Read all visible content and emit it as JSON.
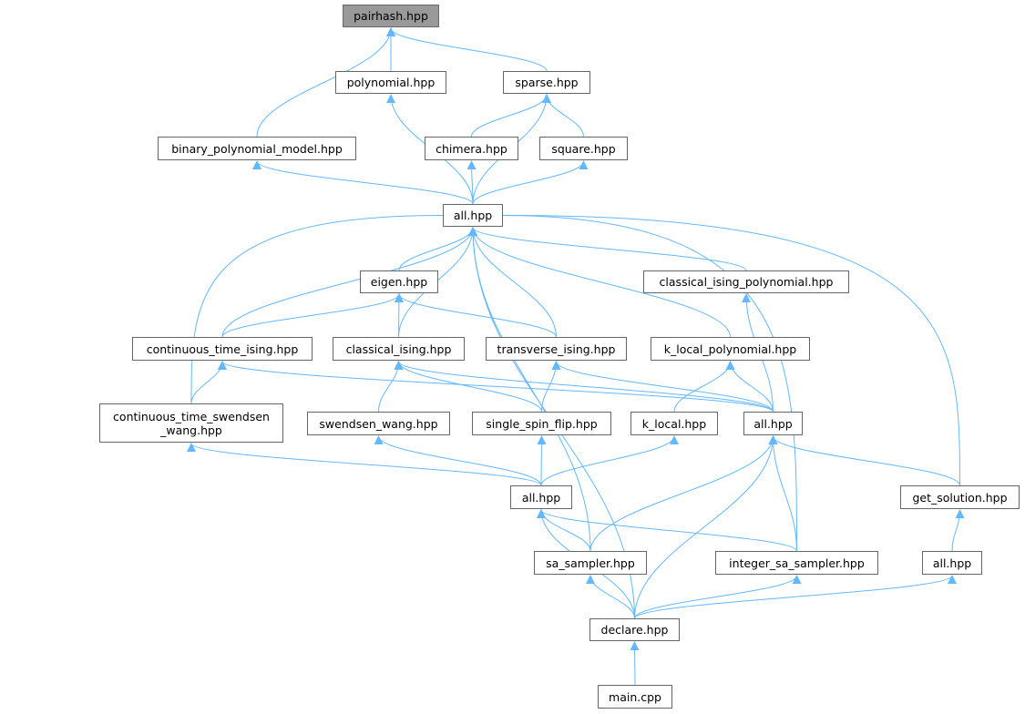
{
  "colors": {
    "edge": "#63b8ff",
    "root_fill": "#999999",
    "node_border": "#666666"
  },
  "nodes": [
    {
      "id": "pairhash",
      "label": "pairhash.hpp",
      "root": true
    },
    {
      "id": "polynomial",
      "label": "polynomial.hpp"
    },
    {
      "id": "sparse",
      "label": "sparse.hpp"
    },
    {
      "id": "bpm",
      "label": "binary_polynomial_model.hpp"
    },
    {
      "id": "chimera",
      "label": "chimera.hpp"
    },
    {
      "id": "square",
      "label": "square.hpp"
    },
    {
      "id": "all1",
      "label": "all.hpp"
    },
    {
      "id": "eigen",
      "label": "eigen.hpp"
    },
    {
      "id": "cip",
      "label": "classical_ising_polynomial.hpp"
    },
    {
      "id": "cti",
      "label": "continuous_time_ising.hpp"
    },
    {
      "id": "ci",
      "label": "classical_ising.hpp"
    },
    {
      "id": "ti",
      "label": "transverse_ising.hpp"
    },
    {
      "id": "klp",
      "label": "k_local_polynomial.hpp"
    },
    {
      "id": "ctsw",
      "label": "continuous_time_swendsen\n_wang.hpp"
    },
    {
      "id": "sw",
      "label": "swendsen_wang.hpp"
    },
    {
      "id": "ssf",
      "label": "single_spin_flip.hpp"
    },
    {
      "id": "kl",
      "label": "k_local.hpp"
    },
    {
      "id": "all2",
      "label": "all.hpp"
    },
    {
      "id": "all3",
      "label": "all.hpp"
    },
    {
      "id": "gs",
      "label": "get_solution.hpp"
    },
    {
      "id": "sa",
      "label": "sa_sampler.hpp"
    },
    {
      "id": "isa",
      "label": "integer_sa_sampler.hpp"
    },
    {
      "id": "all4",
      "label": "all.hpp"
    },
    {
      "id": "declare",
      "label": "declare.hpp"
    },
    {
      "id": "main",
      "label": "main.cpp"
    }
  ],
  "edges": [
    [
      "bpm",
      "pairhash"
    ],
    [
      "polynomial",
      "pairhash"
    ],
    [
      "sparse",
      "pairhash"
    ],
    [
      "all1",
      "polynomial"
    ],
    [
      "chimera",
      "sparse"
    ],
    [
      "square",
      "sparse"
    ],
    [
      "all1",
      "sparse"
    ],
    [
      "all1",
      "bpm"
    ],
    [
      "all1",
      "chimera"
    ],
    [
      "all1",
      "square"
    ],
    [
      "eigen",
      "all1"
    ],
    [
      "cti",
      "all1"
    ],
    [
      "ci",
      "all1"
    ],
    [
      "ti",
      "all1"
    ],
    [
      "cip",
      "all1"
    ],
    [
      "klp",
      "all1"
    ],
    [
      "ctsw",
      "all1"
    ],
    [
      "sa",
      "all1"
    ],
    [
      "declare",
      "all1"
    ],
    [
      "isa",
      "all1"
    ],
    [
      "gs",
      "all1"
    ],
    [
      "cti",
      "eigen"
    ],
    [
      "ci",
      "eigen"
    ],
    [
      "ti",
      "eigen"
    ],
    [
      "all2",
      "cip"
    ],
    [
      "ctsw",
      "cti"
    ],
    [
      "all2",
      "cti"
    ],
    [
      "sw",
      "ci"
    ],
    [
      "ssf",
      "ci"
    ],
    [
      "all2",
      "ci"
    ],
    [
      "ssf",
      "ti"
    ],
    [
      "all2",
      "ti"
    ],
    [
      "kl",
      "klp"
    ],
    [
      "all2",
      "klp"
    ],
    [
      "all3",
      "ctsw"
    ],
    [
      "all3",
      "sw"
    ],
    [
      "all3",
      "ssf"
    ],
    [
      "all3",
      "kl"
    ],
    [
      "sa",
      "all2"
    ],
    [
      "declare",
      "all2"
    ],
    [
      "isa",
      "all2"
    ],
    [
      "gs",
      "all2"
    ],
    [
      "sa",
      "all3"
    ],
    [
      "isa",
      "all3"
    ],
    [
      "declare",
      "all3"
    ],
    [
      "all4",
      "gs"
    ],
    [
      "declare",
      "sa"
    ],
    [
      "declare",
      "isa"
    ],
    [
      "declare",
      "all4"
    ],
    [
      "main",
      "declare"
    ]
  ]
}
